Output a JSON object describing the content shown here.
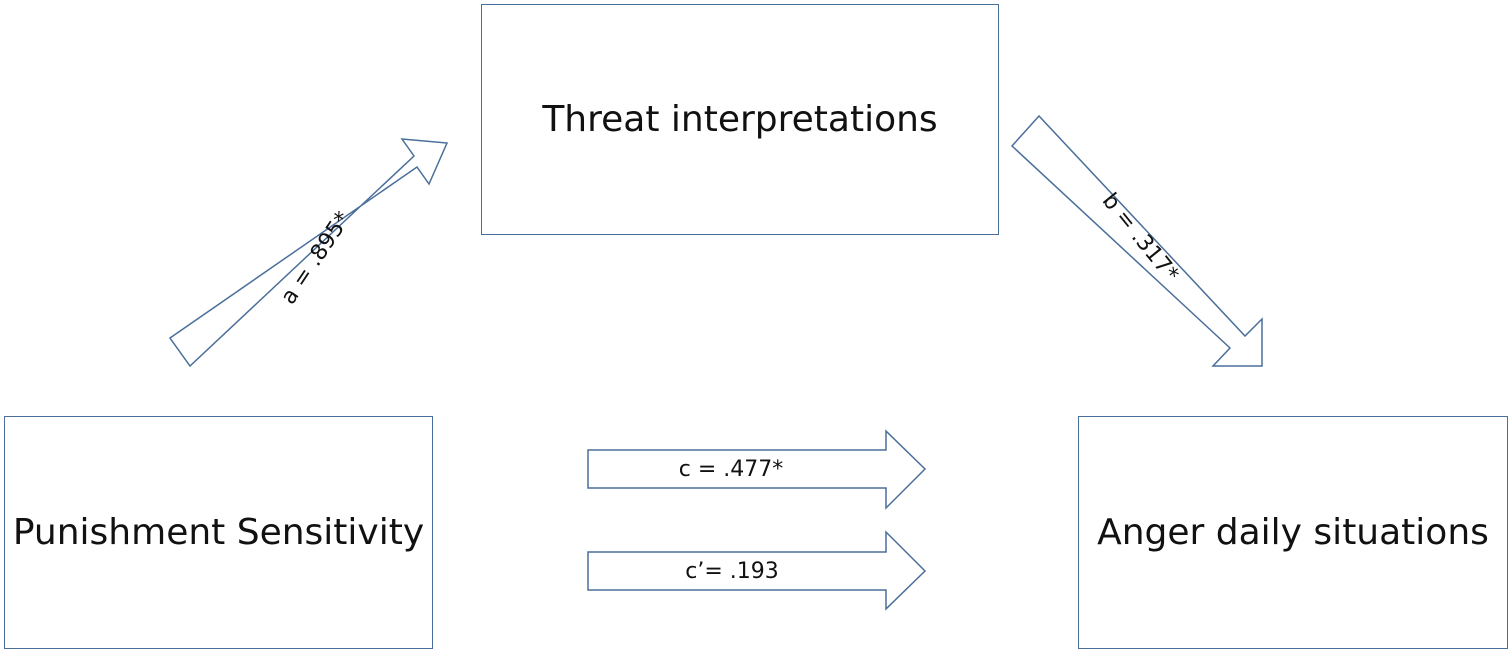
{
  "nodes": {
    "mediator": "Threat interpretations",
    "predictor": "Punishment Sensitivity",
    "outcome": "Anger daily situations"
  },
  "paths": {
    "a": "a = .895*",
    "b": "b = .317*",
    "c": "c = .477*",
    "c_prime": "c’= .193"
  },
  "colors": {
    "stroke": "#4a6f9a",
    "fill": "#ffffff",
    "text": "#111111"
  }
}
